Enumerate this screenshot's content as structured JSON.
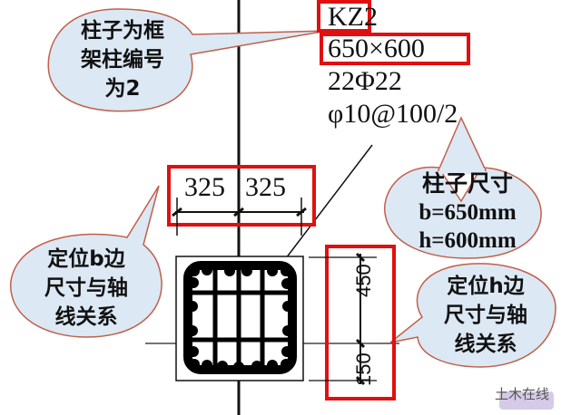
{
  "column_label": {
    "code": "KZ2",
    "size": "650×600",
    "longitudinal_rebar": "22Φ22",
    "stirrup": "φ10@100/2"
  },
  "dimensions": {
    "top": [
      "325",
      "325"
    ],
    "right": [
      "450",
      "150"
    ]
  },
  "callouts": {
    "column_number": {
      "lines": [
        "柱子为框",
        "架柱编号",
        "为2"
      ]
    },
    "column_size": {
      "lines": [
        "柱子尺寸",
        "b=650mm",
        "h=600mm"
      ]
    },
    "b_position": {
      "lines": [
        "定位b边",
        "尺寸与轴",
        "线关系"
      ]
    },
    "h_position": {
      "lines": [
        "定位h边",
        "尺寸与轴",
        "线关系"
      ]
    }
  },
  "watermark": {
    "text": "土木在线"
  },
  "colors": {
    "highlight_red": "#e01010",
    "bubble_fill": "#dce8f4",
    "bubble_stroke": "#c0604a",
    "line": "#111111"
  }
}
